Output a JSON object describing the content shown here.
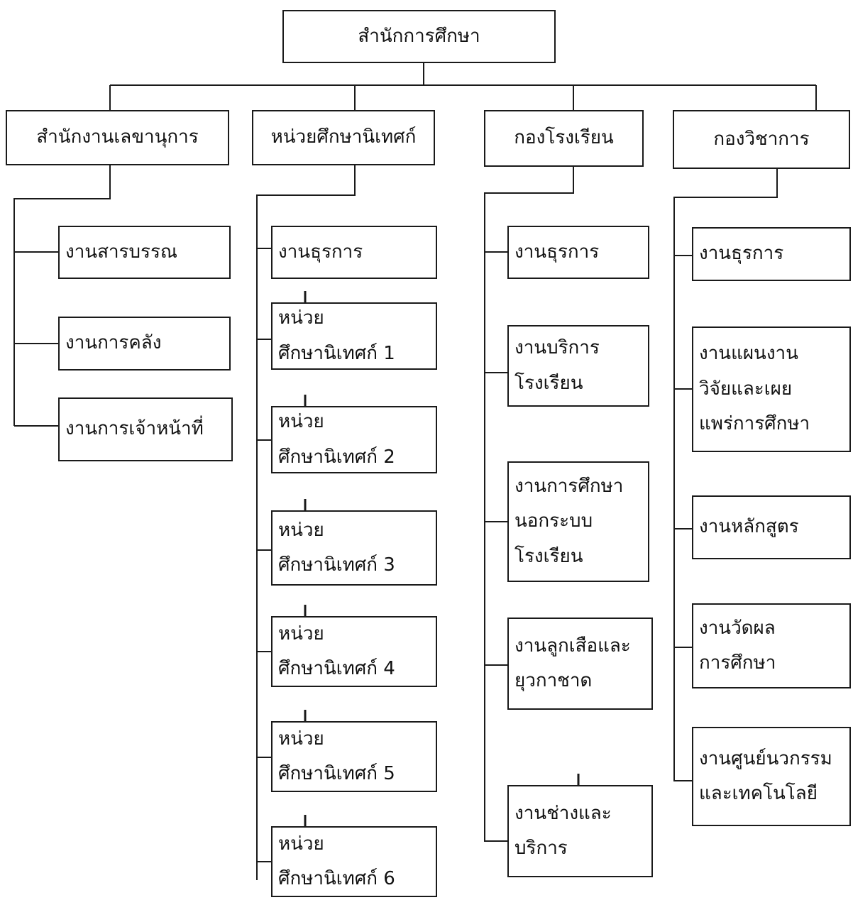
{
  "root": "สำนักการศึกษา",
  "divisions": [
    {
      "title": "สำนักงานเลขานุการ",
      "units": [
        [
          "งานสารบรรณ"
        ],
        [
          "งานการคลัง"
        ],
        [
          "งานการเจ้าหน้าที่"
        ]
      ]
    },
    {
      "title": "หน่วยศึกษานิเทศก์",
      "units": [
        [
          "งานธุรการ"
        ],
        [
          "หน่วย",
          "ศึกษานิเทศก์ 1"
        ],
        [
          "หน่วย",
          "ศึกษานิเทศก์ 2"
        ],
        [
          "หน่วย",
          "ศึกษานิเทศก์ 3"
        ],
        [
          "หน่วย",
          "ศึกษานิเทศก์ 4"
        ],
        [
          "หน่วย",
          "ศึกษานิเทศก์ 5"
        ],
        [
          "หน่วย",
          "ศึกษานิเทศก์ 6"
        ]
      ]
    },
    {
      "title": "กองโรงเรียน",
      "units": [
        [
          "งานธุรการ"
        ],
        [
          "งานบริการ",
          "โรงเรียน"
        ],
        [
          "งานการศึกษา",
          "นอกระบบ",
          "โรงเรียน"
        ],
        [
          "งานลูกเสือและ",
          "ยุวกาชาด"
        ],
        [
          "งานช่างและ",
          "บริการ"
        ]
      ]
    },
    {
      "title": "กองวิชาการ",
      "units": [
        [
          "งานธุรการ"
        ],
        [
          "งานแผนงาน",
          "วิจัยและเผย",
          "แพร่การศึกษา"
        ],
        [
          "งานหลักสูตร"
        ],
        [
          "งานวัดผล",
          "การศึกษา"
        ],
        [
          "งานศูนย์นวกรรม",
          "และเทคโนโลยี"
        ]
      ]
    }
  ]
}
